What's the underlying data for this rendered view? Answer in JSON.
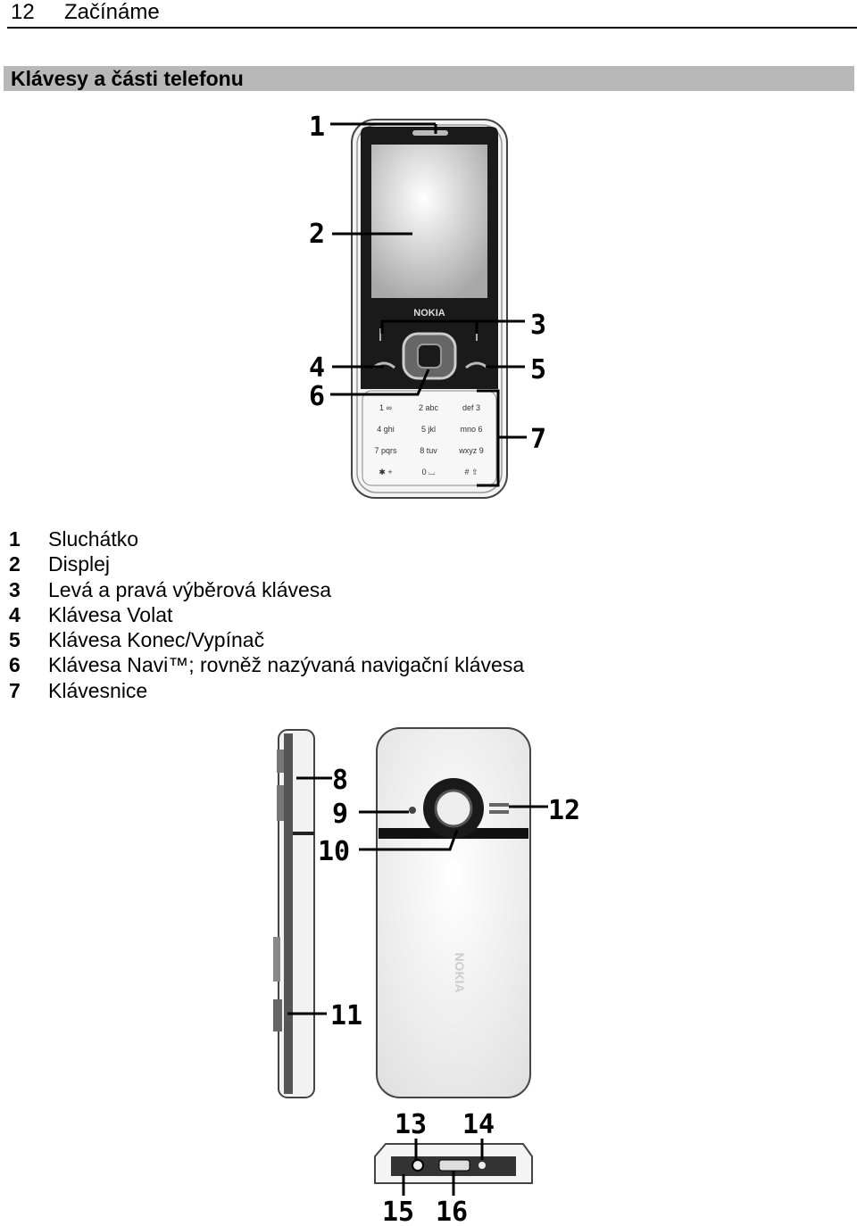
{
  "header": {
    "page_number": "12",
    "title": "Začínáme"
  },
  "section": {
    "title": "Klávesy a části telefonu"
  },
  "front_figure": {
    "brand": "NOKIA",
    "callouts": [
      "1",
      "2",
      "3",
      "4",
      "5",
      "6",
      "7"
    ],
    "keypad": [
      [
        "1 ∞",
        "2 abc",
        "def 3"
      ],
      [
        "4 ghi",
        "5 jkl",
        "mno 6"
      ],
      [
        "7 pqrs",
        "8 tuv",
        "wxyz 9"
      ],
      [
        "✱ +",
        "0 ⌴",
        "# ⇧"
      ]
    ]
  },
  "legend_front": [
    {
      "num": "1",
      "text": "Sluchátko"
    },
    {
      "num": "2",
      "text": "Displej"
    },
    {
      "num": "3",
      "text": "Levá a pravá výběrová klávesa"
    },
    {
      "num": "4",
      "text": "Klávesa Volat"
    },
    {
      "num": "5",
      "text": "Klávesa Konec/Vypínač"
    },
    {
      "num": "6",
      "text": "Klávesa Navi™; rovněž nazývaná navigační klávesa"
    },
    {
      "num": "7",
      "text": "Klávesnice"
    }
  ],
  "back_figure": {
    "brand": "NOKIA",
    "callouts": [
      "8",
      "9",
      "10",
      "11",
      "12",
      "13",
      "14",
      "15",
      "16"
    ]
  }
}
